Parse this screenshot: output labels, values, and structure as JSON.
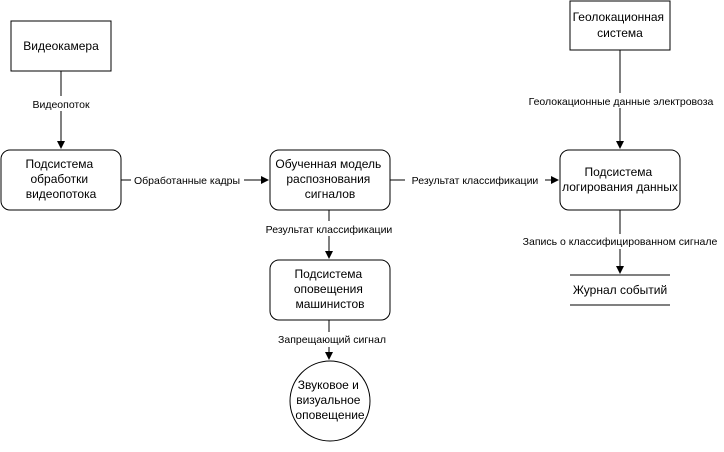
{
  "nodes": {
    "videocamera": {
      "lines": [
        "Видеокамера"
      ]
    },
    "geolocation_system": {
      "lines": [
        "Геолокационная",
        "система"
      ]
    },
    "video_processing": {
      "lines": [
        "Подсистема",
        "обработки",
        "видеопотока"
      ]
    },
    "trained_model": {
      "lines": [
        "Обученная модель",
        "распознования",
        "сигналов"
      ]
    },
    "logging_subsystem": {
      "lines": [
        "Подсистема",
        "логирования данных"
      ]
    },
    "notification_subsystem": {
      "lines": [
        "Подсистема",
        "оповещения",
        "машинистов"
      ]
    },
    "event_log": {
      "lines": [
        "Журнал событий"
      ]
    },
    "sound_visual_alert": {
      "lines": [
        "Звуковое и",
        "визуальное",
        "оповещение"
      ]
    }
  },
  "edges": {
    "videostream": "Видеопоток",
    "processed_frames": "Обработанные кадры",
    "classification_result_right": "Результат классификации",
    "classification_result_down": "Результат классификации",
    "geolocation_data": "Геолокационные данные электровоза",
    "classified_signal_record": "Запись о классифицированном сигнале",
    "forbidding_signal": "Запрещающий сигнал"
  }
}
